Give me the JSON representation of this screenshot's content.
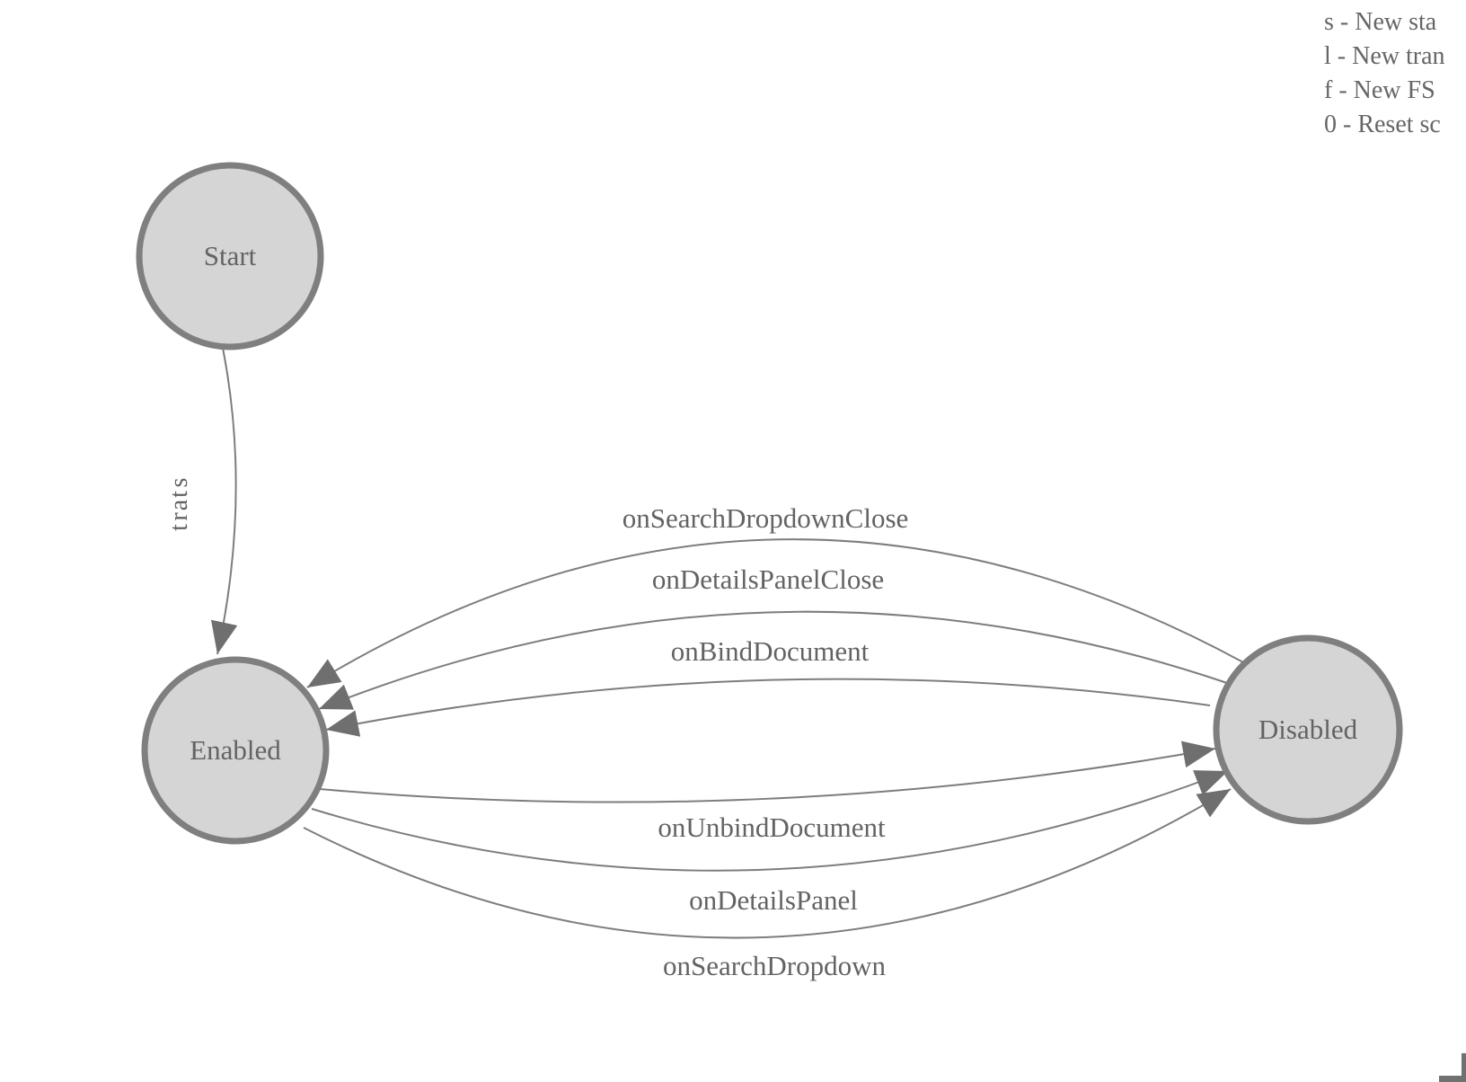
{
  "legend": {
    "lines": [
      "s - New sta",
      "l - New tran",
      "f - New FS",
      "0 - Reset sc"
    ]
  },
  "fsm": {
    "nodes": [
      {
        "label": "Start"
      },
      {
        "label": "Enabled"
      },
      {
        "label": "Disabled"
      }
    ],
    "edges": [
      {
        "label": "start",
        "from": "Start",
        "to": "Enabled"
      },
      {
        "label": "onSearchDropdownClose",
        "from": "Disabled",
        "to": "Enabled"
      },
      {
        "label": "onDetailsPanelClose",
        "from": "Disabled",
        "to": "Enabled"
      },
      {
        "label": "onBindDocument",
        "from": "Disabled",
        "to": "Enabled"
      },
      {
        "label": "onUnbindDocument",
        "from": "Enabled",
        "to": "Disabled"
      },
      {
        "label": "onDetailsPanel",
        "from": "Enabled",
        "to": "Disabled"
      },
      {
        "label": "onSearchDropdown",
        "from": "Enabled",
        "to": "Disabled"
      }
    ]
  },
  "colors": {
    "background": "#ffffff",
    "node_fill": "#d5d5d5",
    "node_stroke": "#7f7f7f",
    "edge_line": "#7d7d7d",
    "arrowhead": "#6f6f6f",
    "label_text": "#636363",
    "legend_text": "#666666",
    "frame": "#717171"
  }
}
